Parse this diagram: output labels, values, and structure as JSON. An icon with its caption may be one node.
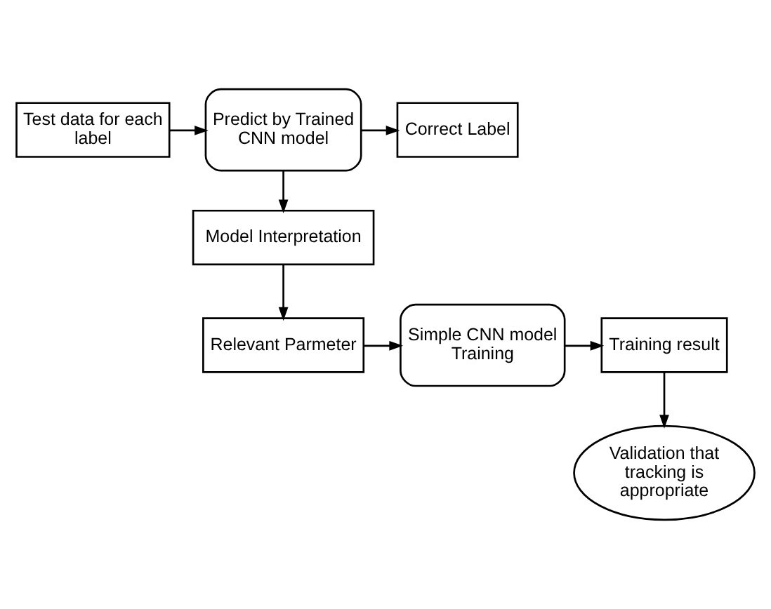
{
  "diagram": {
    "nodes": [
      {
        "text": [
          "Test data for each label"
        ]
      },
      {
        "text": [
          "Predict by Trained CNN model"
        ]
      },
      {
        "text": [
          "Correct Label"
        ]
      },
      {
        "text": [
          "Model Interpretation"
        ]
      },
      {
        "text": [
          "Relevant Parmeter"
        ]
      },
      {
        "text": [
          "Simple CNN model Training"
        ]
      },
      {
        "text": [
          "Training result"
        ]
      },
      {
        "text": [
          "Validation that tracking is appropriate"
        ]
      }
    ],
    "edges": [
      {
        "from": 0,
        "to": 1,
        "arrow": "to"
      },
      {
        "from": 1,
        "to": 2,
        "arrow": "to"
      },
      {
        "from": 1,
        "to": 3,
        "arrow": "to"
      },
      {
        "from": 3,
        "to": 4,
        "arrow": "to"
      },
      {
        "from": 4,
        "to": 5,
        "arrow": "to"
      },
      {
        "from": 5,
        "to": 6,
        "arrow": "to"
      },
      {
        "from": 6,
        "to": 7,
        "arrow": "to"
      }
    ]
  }
}
